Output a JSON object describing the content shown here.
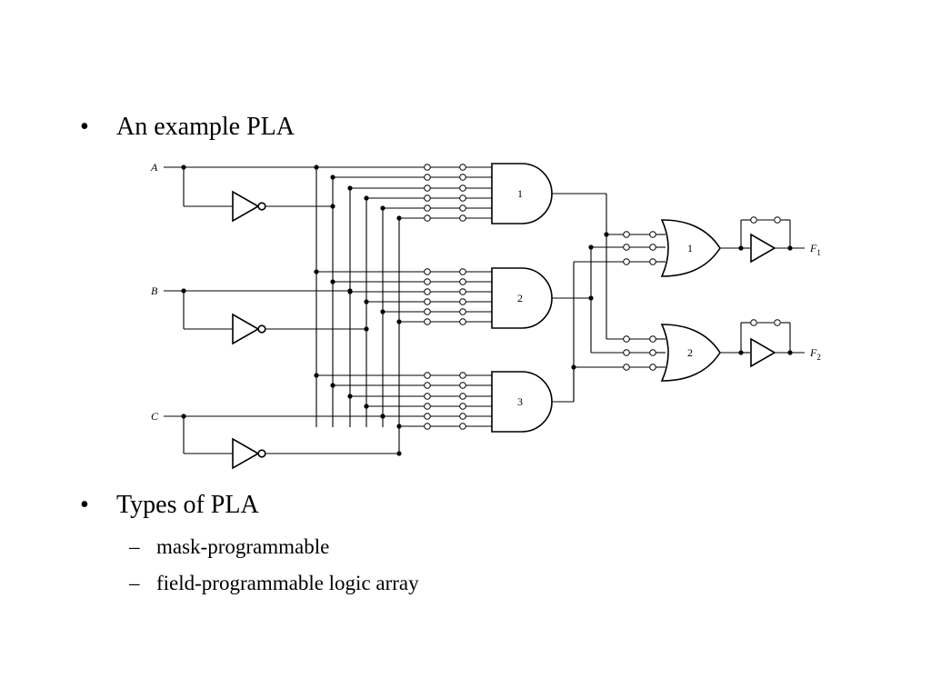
{
  "slide": {
    "bullet_1": {
      "marker": "•",
      "text": "An example PLA"
    },
    "bullet_2": {
      "marker": "•",
      "text": "Types of PLA"
    },
    "sub_items": [
      {
        "marker": "–",
        "text": "mask-programmable"
      },
      {
        "marker": "–",
        "text": "field-programmable logic array"
      }
    ]
  },
  "diagram": {
    "inputs": [
      "A",
      "B",
      "C"
    ],
    "and_gates": [
      "1",
      "2",
      "3"
    ],
    "or_gates": [
      "1",
      "2"
    ],
    "outputs": [
      {
        "letter": "F",
        "subscript": "1"
      },
      {
        "letter": "F",
        "subscript": "2"
      }
    ]
  }
}
